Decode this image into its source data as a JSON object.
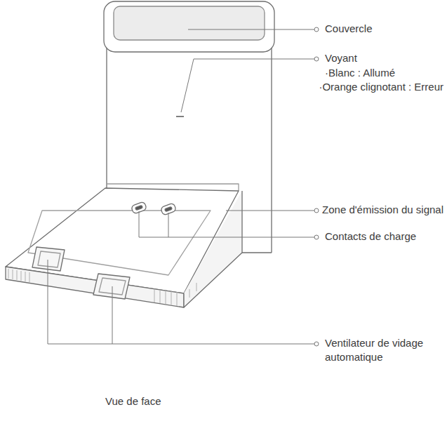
{
  "diagram": {
    "caption": "Vue de face",
    "labels": [
      "Couvercle",
      "Voyant",
      "·Blanc : Allumé",
      "·Orange clignotant : Erreur",
      "Zone d'émission du signal",
      "Contacts de charge",
      "Ventilateur de vidage automatique"
    ]
  }
}
